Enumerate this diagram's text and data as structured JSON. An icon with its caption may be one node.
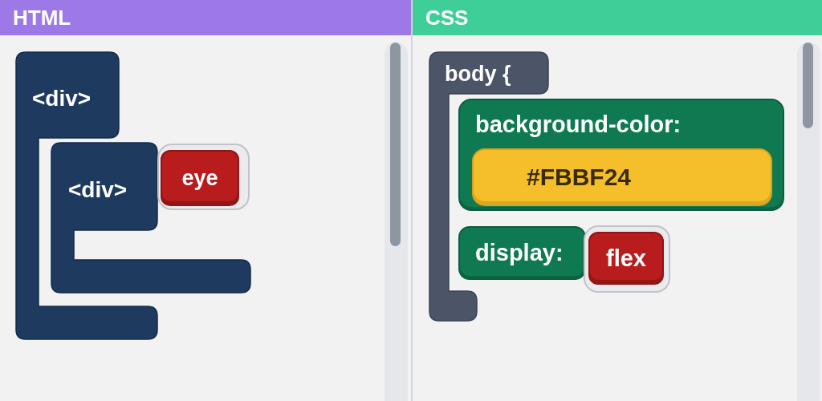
{
  "diagram": {
    "nodes": [
      {
        "text": [
          "HTML"
        ]
      },
      {
        "text": [
          "<div>"
        ],
        "in": 0
      },
      {
        "text": [
          "<div>"
        ],
        "in": 0
      },
      {
        "text": [
          "eye"
        ],
        "in": 2
      },
      {
        "text": [
          "CSS"
        ]
      },
      {
        "text": [
          "body {"
        ],
        "in": 4
      },
      {
        "text": [
          "background-color:"
        ],
        "in": 4
      },
      {
        "text": [
          "#FBBF24"
        ],
        "in": 6
      },
      {
        "text": [
          "display:"
        ],
        "in": 4
      },
      {
        "text": [
          "flex"
        ],
        "in": 4
      }
    ]
  }
}
